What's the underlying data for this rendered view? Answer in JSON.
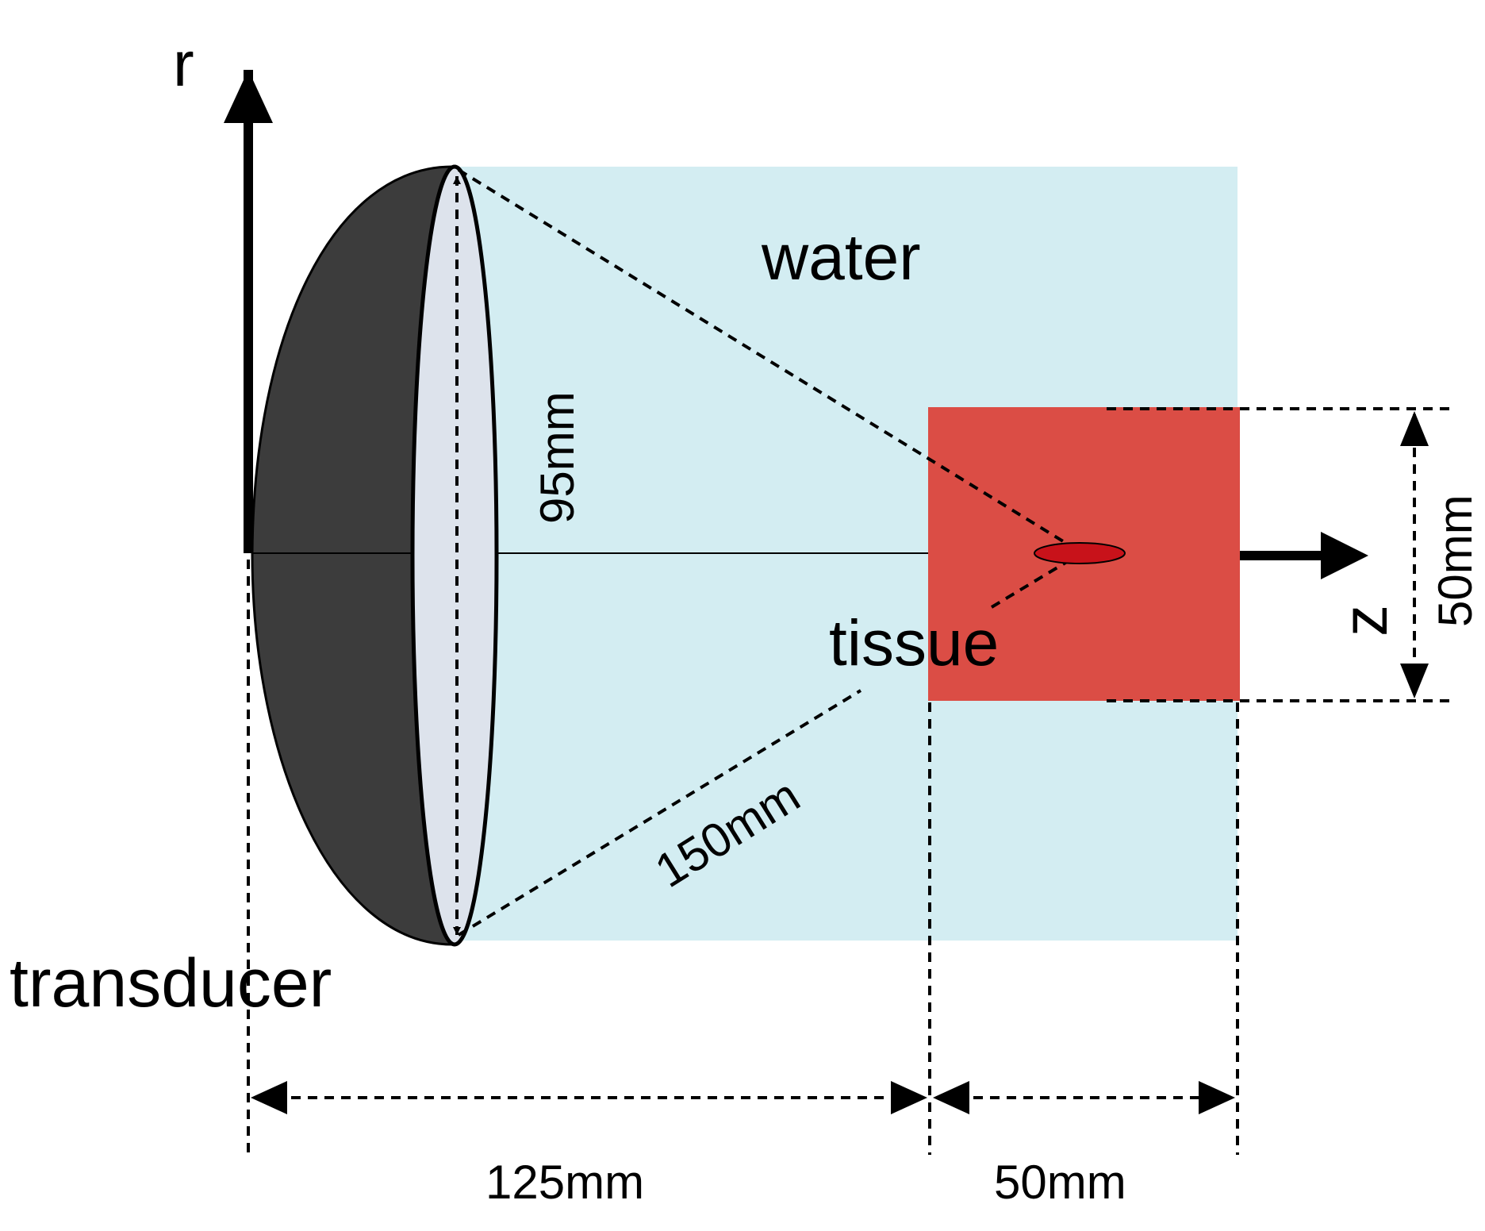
{
  "labels": {
    "r_axis": "r",
    "z_axis": "z",
    "water": "water",
    "tissue": "tissue",
    "transducer": "transducer",
    "aperture": "95mm",
    "focal_length": "150mm",
    "water_path": "125mm",
    "tissue_length": "50mm",
    "tissue_height": "50mm"
  },
  "colors": {
    "water": "#d3edf2",
    "tissue": "#db4d45",
    "transducer_body": "#3c3c3c",
    "transducer_face": "#dde3ec",
    "focus": "#c8121a"
  }
}
